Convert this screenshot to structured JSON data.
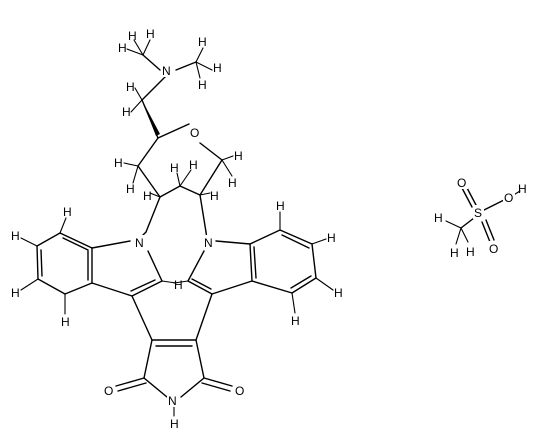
{
  "labels": {
    "n_amine": "N",
    "o_ring": "O",
    "n_indole_left": "N",
    "n_indole_right": "N",
    "n_imide": "N",
    "h_imide": "H",
    "o_carbonyl_left": "O",
    "o_carbonyl_right": "O",
    "s_sulfonic": "S",
    "o_sulfonic_1": "O",
    "o_sulfonic_2": "O",
    "o_sulfonic_oh": "O",
    "h_sulfonic_oh": "H",
    "h": "H"
  }
}
